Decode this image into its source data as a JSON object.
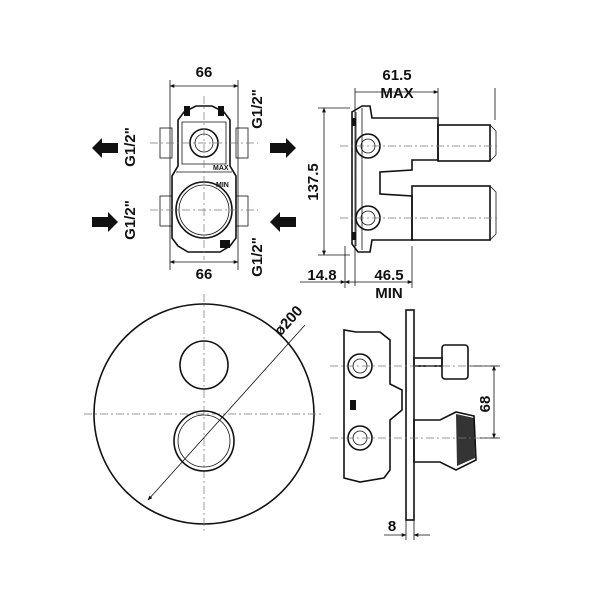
{
  "front_view": {
    "width_top": "66",
    "width_bottom": "66",
    "thread_outlet_left": "G1/2\"",
    "thread_outlet_right": "G1/2\"",
    "thread_inlet_left": "G1/2\"",
    "thread_inlet_right": "G1/2\"",
    "label_max": "MAX",
    "label_min": "MIN"
  },
  "side_view": {
    "depth_max": "61.5",
    "depth_max_label": "MAX",
    "height": "137.5",
    "offset": "14.8",
    "depth_min": "46.5",
    "depth_min_label": "MIN"
  },
  "plate_view": {
    "diameter": "ø200"
  },
  "installed_view": {
    "axis_distance": "68",
    "plate_thickness": "8"
  }
}
